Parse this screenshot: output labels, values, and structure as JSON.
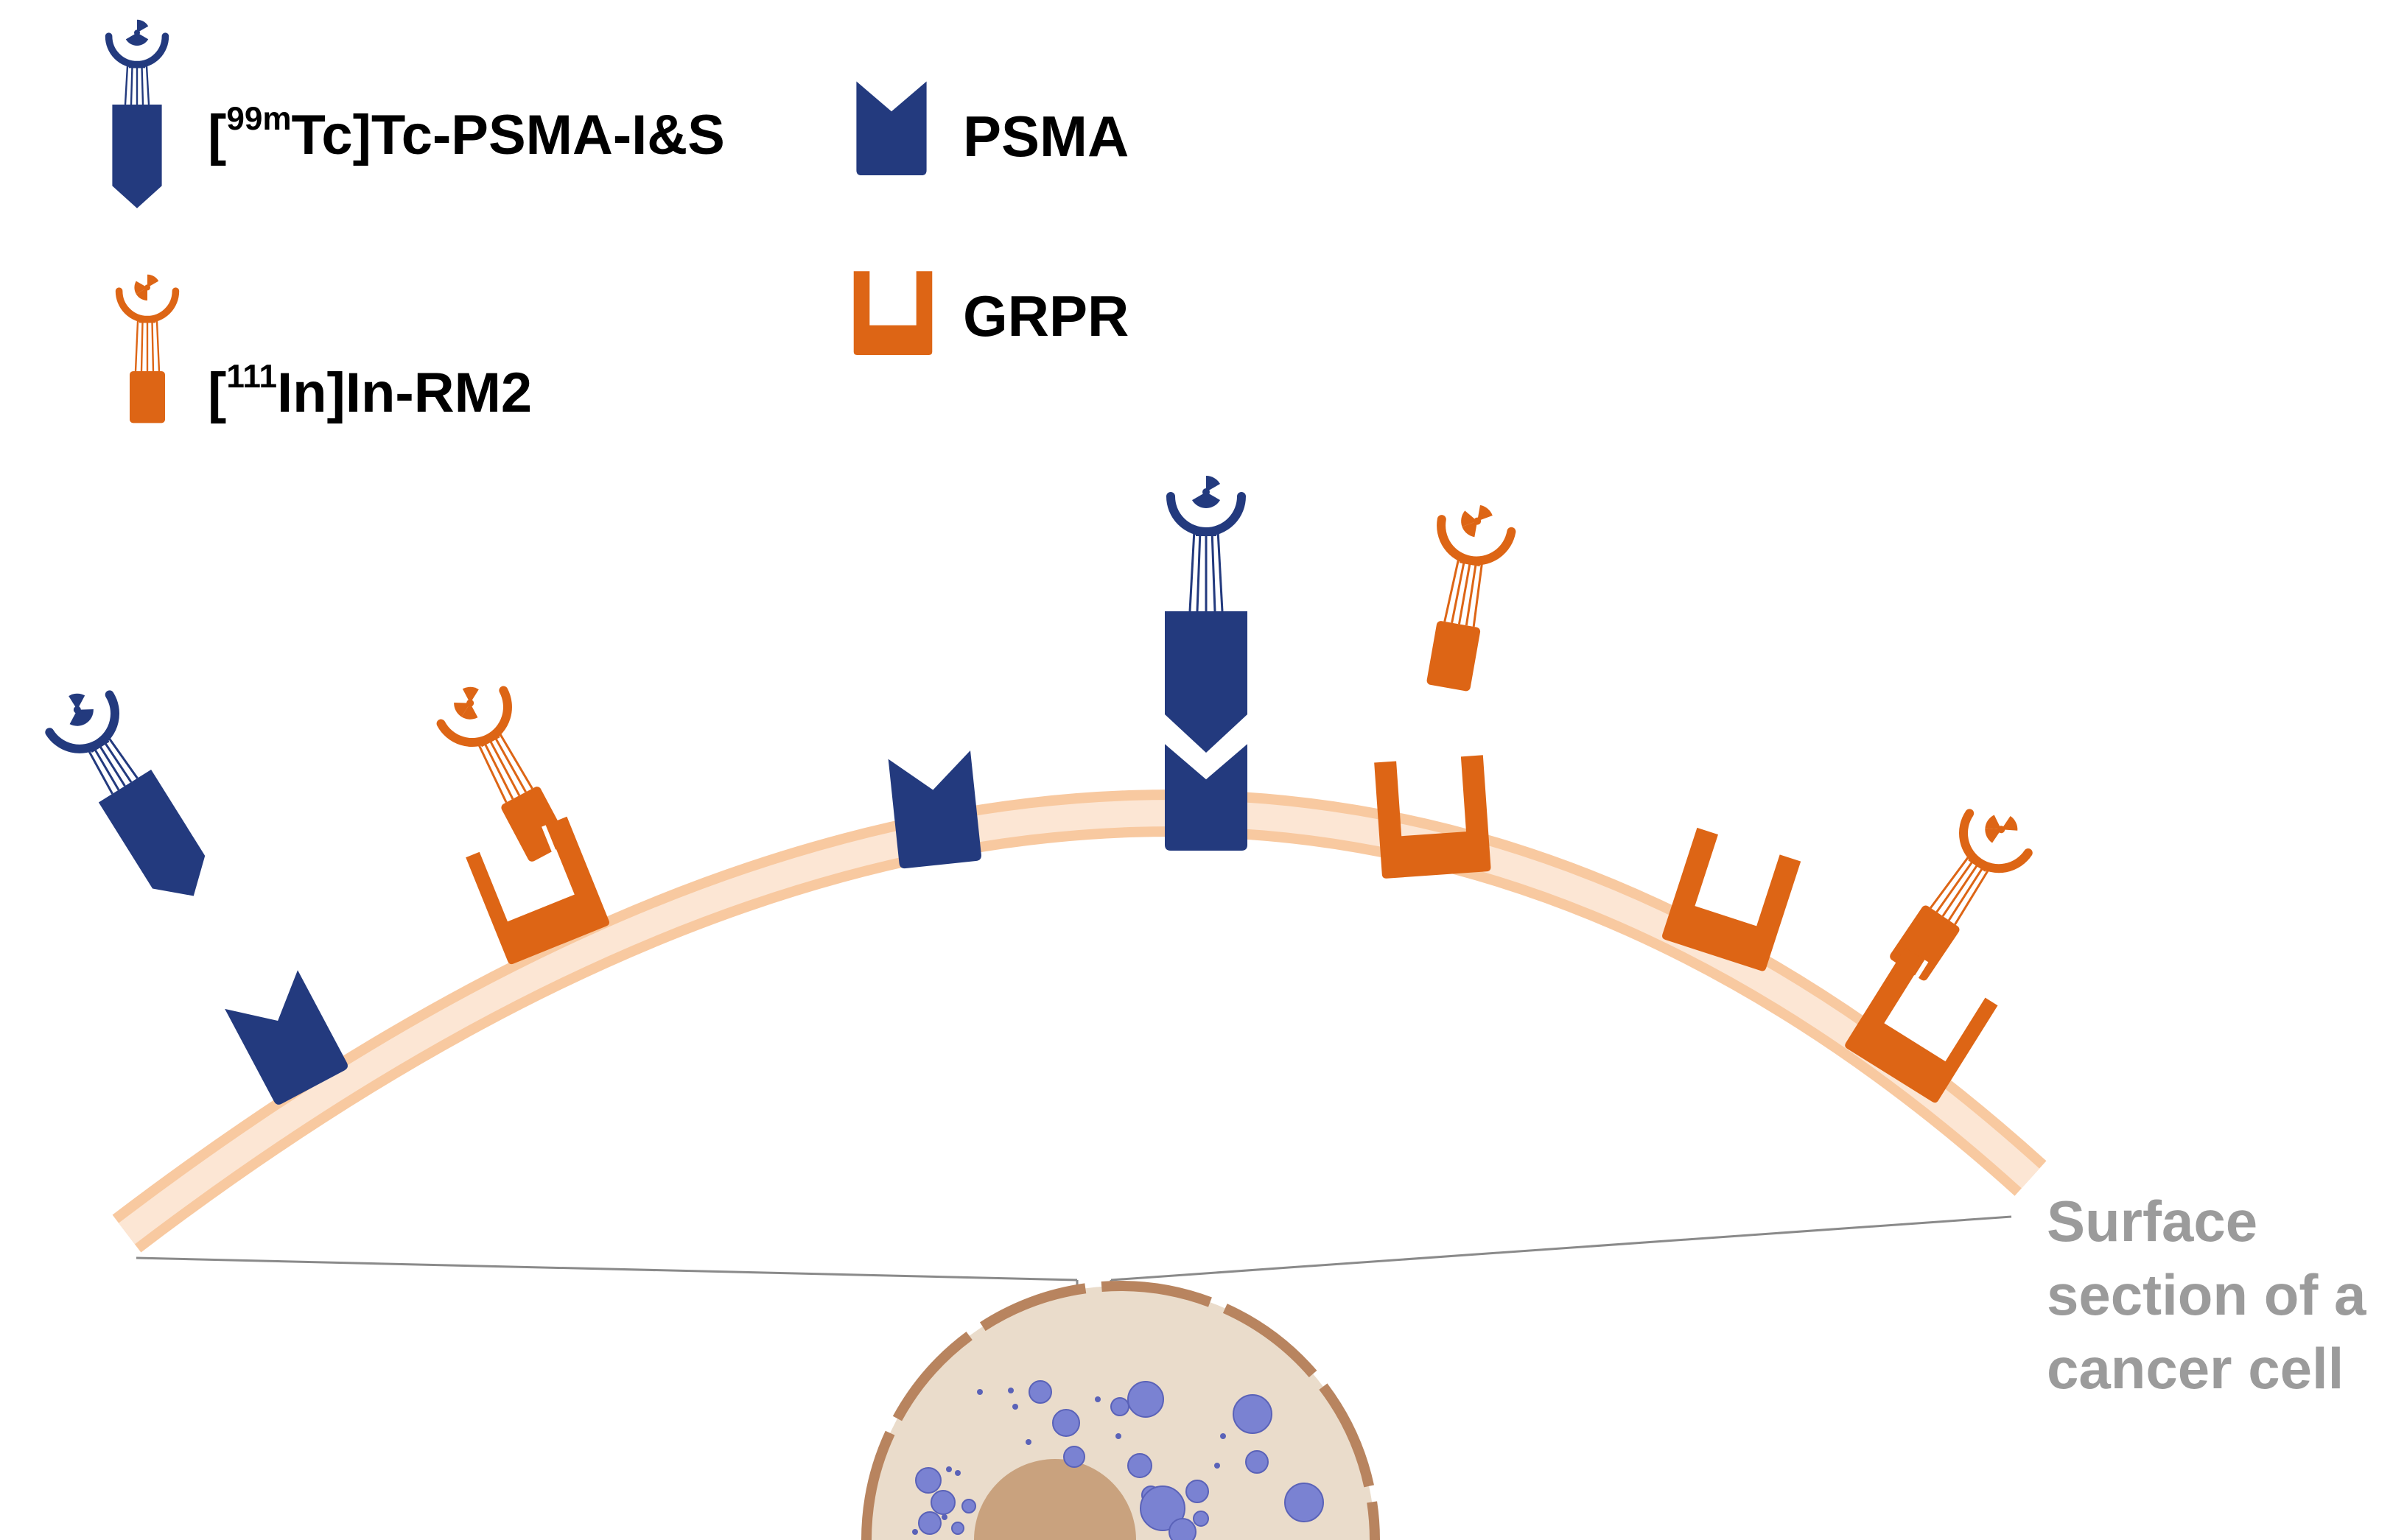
{
  "legend": {
    "psma_ligand": {
      "prefix": "[",
      "sup": "99m",
      "suffix": "Tc]Tc-PSMA-I&S"
    },
    "grpr_ligand": {
      "prefix": "[",
      "sup": "111",
      "suffix": "In]In-RM2"
    },
    "psma_receptor": {
      "label": "PSMA"
    },
    "grpr_receptor": {
      "label": "GRPR"
    }
  },
  "caption": {
    "line1": "Surface",
    "line2": "section of a",
    "line3": "cancer cell"
  },
  "colors": {
    "psma_blue": "#233A7E",
    "grpr_orange": "#DD6515",
    "membrane_outer": "#F8C9A0",
    "membrane_inner": "#FCE6D4",
    "cell_cytoplasm": "#EADCCB",
    "cell_membrane": "#B8845F",
    "nucleus": "#C9A27E",
    "vesicle": "#7A82D2",
    "caption_gray": "#9B9B9B"
  },
  "icons": [
    "radioactive-trefoil-icon",
    "psma-ligand-icon",
    "grpr-ligand-icon",
    "psma-receptor-icon",
    "grpr-receptor-icon"
  ]
}
